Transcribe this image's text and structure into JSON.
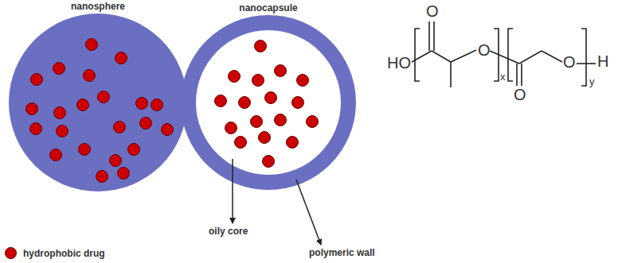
{
  "diagram": {
    "nodes": [
      {
        "text": [
          "nanosphere"
        ]
      },
      {
        "text": [
          "nanocapsule"
        ]
      }
    ],
    "labels": [
      "oily core",
      "polymeric wall",
      "HO",
      "O",
      "O",
      "x",
      "O",
      "O",
      "y",
      "H"
    ],
    "legend": [
      {
        "text": "hydrophobic drug",
        "color": "#cc0000"
      }
    ]
  }
}
